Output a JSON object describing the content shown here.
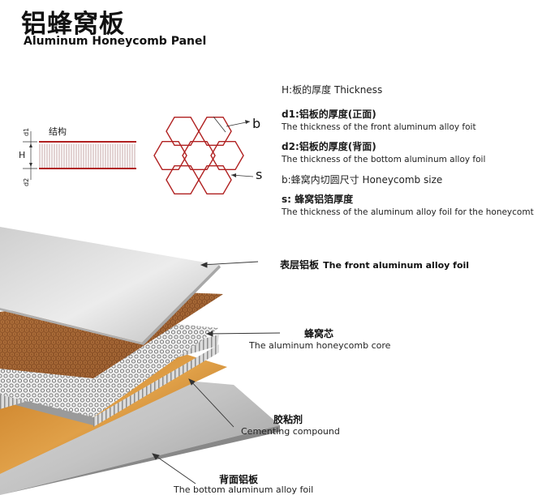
{
  "title": {
    "cn": "铝蜂窝板",
    "en": "Aluminum Honeycomb Panel"
  },
  "structure": {
    "label": "结构",
    "H": "H",
    "d1": "d1",
    "d2": "d2"
  },
  "hex_labels": {
    "b": "b",
    "s": "s"
  },
  "legend": {
    "H": "H:板的厚度 Thickness",
    "d1_title": "d1:铝板的厚度(正面)",
    "d1_sub": "The thickness of the front aluminum alloy foit",
    "d2_title": "d2:铝板的厚度(背面)",
    "d2_sub": "The thickness of the bottom aluminum alloy foil",
    "b": "b:蜂窝内切圆尺寸 Honeycomb size",
    "s_title": "s: 蜂窝铝箔厚度",
    "s_sub": "The thickness of the aluminum alloy foil for the honeycomt"
  },
  "layers": {
    "front": {
      "cn": "表层铝板",
      "en": "The front aluminum alloy foil"
    },
    "core": {
      "cn": "蜂窝芯",
      "en": "The aluminum honeycomb core"
    },
    "glue": {
      "cn": "胶粘剂",
      "en": "Cementing compound"
    },
    "back": {
      "cn": "背面铝板",
      "en": "The bottom aluminum alloy foil"
    }
  },
  "colors": {
    "line_red": "#b02020",
    "plate_light": "#e4e4e4",
    "copper": "#a0632f",
    "amber": "#d08a2a"
  }
}
